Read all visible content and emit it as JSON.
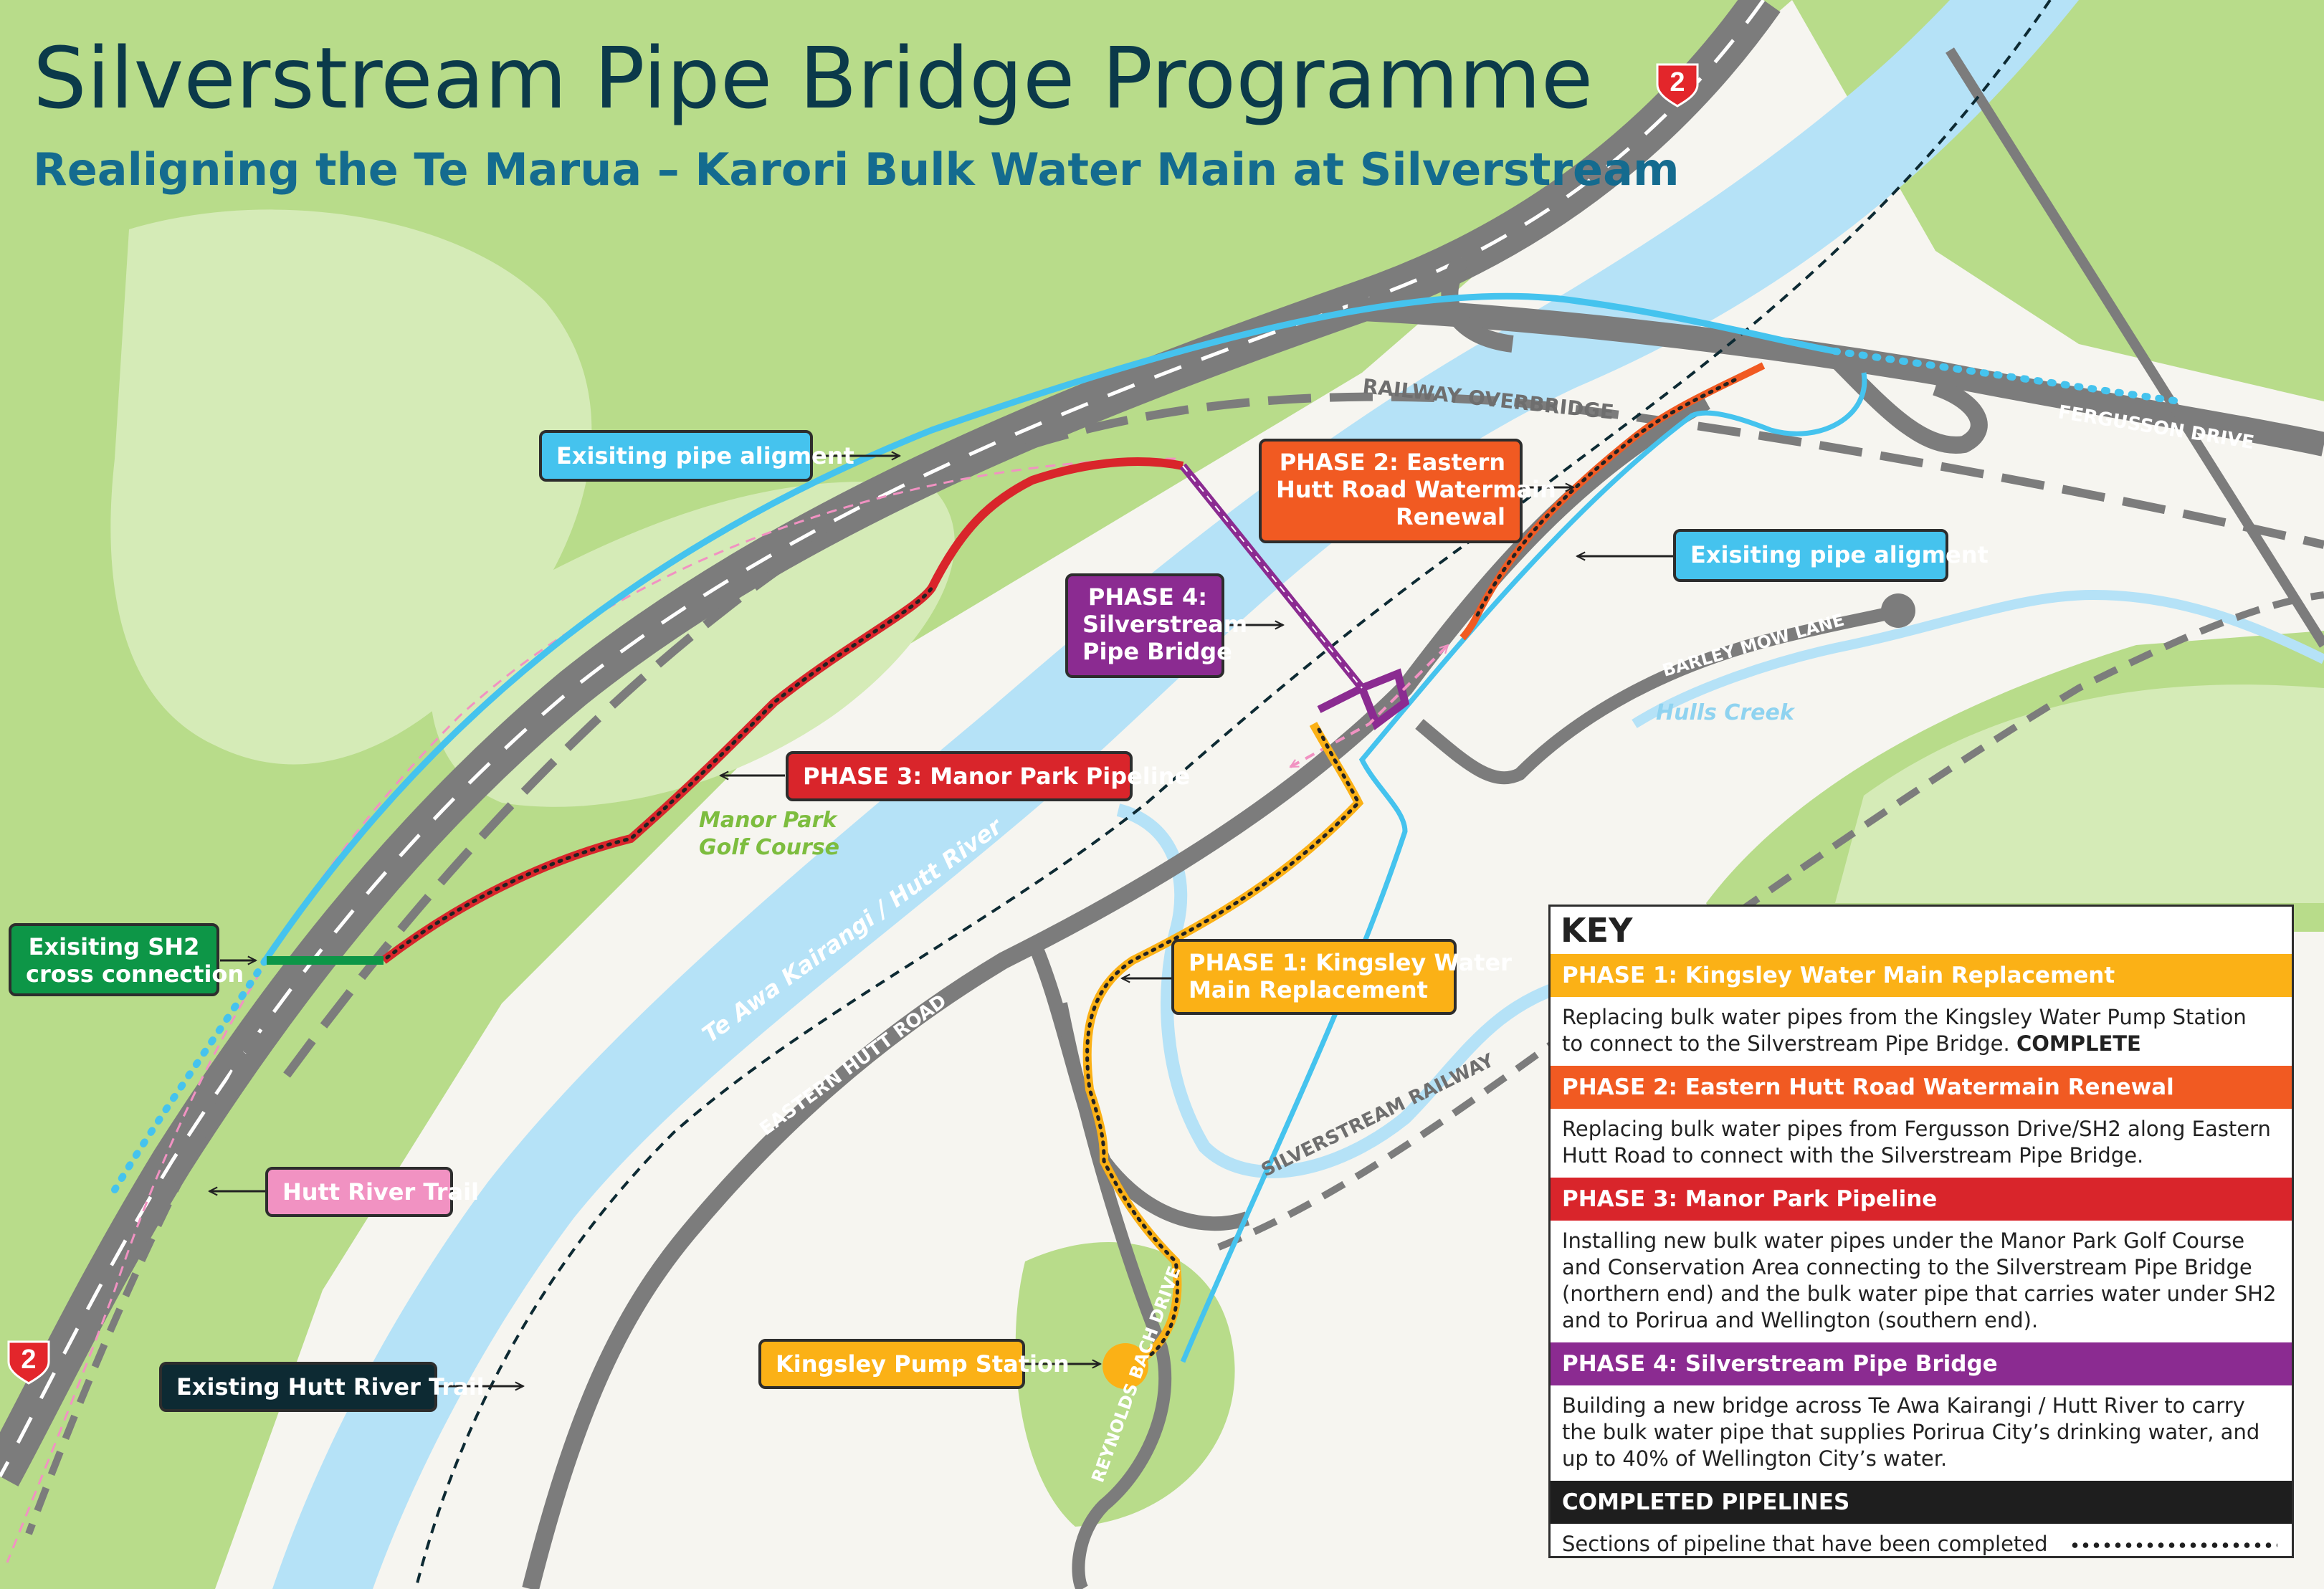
{
  "header": {
    "title": "Silverstream Pipe Bridge Programme",
    "subtitle": "Realigning the Te Marua – Karori Bulk Water Main at Silverstream"
  },
  "road_shields": [
    {
      "label": "2"
    },
    {
      "label": "2"
    }
  ],
  "map_labels": {
    "railway_overbridge": "RAILWAY OVERBRIDGE",
    "fergusson_drive": "FERGUSSON DRIVE",
    "barley_mow_lane": "BARLEY MOW LANE",
    "hulls_creek": "Hulls Creek",
    "manor_park_golf_course_line1": "Manor Park",
    "manor_park_golf_course_line2": "Golf Course",
    "hutt_river": "Te Awa Kairangi / Hutt River",
    "eastern_hutt_road": "EASTERN HUTT ROAD",
    "silverstream_railway": "SILVERSTREAM RAILWAY",
    "reynolds_bach_drive": "REYNOLDS BACH DRIVE"
  },
  "callouts": {
    "existing_pipe_left": "Exisiting pipe aligment",
    "existing_pipe_right": "Exisiting pipe aligment",
    "phase2_line1": "PHASE 2: Eastern",
    "phase2_line2": "Hutt Road Watermain",
    "phase2_line3": "Renewal",
    "phase4_line1": "PHASE 4:",
    "phase4_line2": "Silverstream",
    "phase4_line3": "Pipe Bridge",
    "phase3": "PHASE 3: Manor Park Pipeline",
    "sh2_line1": "Exisiting SH2",
    "sh2_line2": "cross connection",
    "phase1_line1": "PHASE 1: Kingsley Water",
    "phase1_line2": "Main Replacement",
    "hutt_river_trail": "Hutt River Trail",
    "existing_hutt_river_trail": "Existing Hutt River Trail",
    "kingsley_pump_station": "Kingsley Pump Station"
  },
  "key": {
    "title": "KEY",
    "phase1": {
      "heading": "PHASE 1: Kingsley Water Main Replacement",
      "desc_line1": "Replacing bulk water pipes from the Kingsley Water Pump Station",
      "desc_line2": "to connect to the Silverstream Pipe Bridge. ",
      "status": "COMPLETE"
    },
    "phase2": {
      "heading": "PHASE 2: Eastern Hutt Road Watermain Renewal",
      "desc_line1": "Replacing bulk water pipes from Fergusson Drive/SH2 along Eastern",
      "desc_line2": "Hutt Road to connect with the Silverstream Pipe Bridge."
    },
    "phase3": {
      "heading": "PHASE 3: Manor Park Pipeline",
      "desc_line1": "Installing new bulk water pipes under the Manor Park Golf Course",
      "desc_line2": "and Conservation Area connecting to the Silverstream Pipe Bridge",
      "desc_line3": "(northern end) and the bulk water pipe that carries water under SH2",
      "desc_line4": "and to Porirua and Wellington (southern end)."
    },
    "phase4": {
      "heading": "PHASE 4: Silverstream Pipe Bridge",
      "desc_line1": "Building a new bridge across Te Awa Kairangi / Hutt River to carry",
      "desc_line2": "the bulk water pipe that supplies Porirua City’s drinking water, and",
      "desc_line3": "up to 40% of Wellington City’s water."
    },
    "completed": {
      "heading": "COMPLETED PIPELINES",
      "desc": "Sections of pipeline that have been completed"
    }
  },
  "colors": {
    "phase1": "#fbb116",
    "phase2": "#f15a22",
    "phase3": "#d9252b",
    "phase4": "#8b2b91",
    "existing_pipe": "#45c3ee",
    "sh2_connection": "#0d9647",
    "hutt_river_trail": "#f192c2",
    "river": "#b5e2f7",
    "green_area": "#b8dc8a",
    "road": "#7c7c7c"
  }
}
